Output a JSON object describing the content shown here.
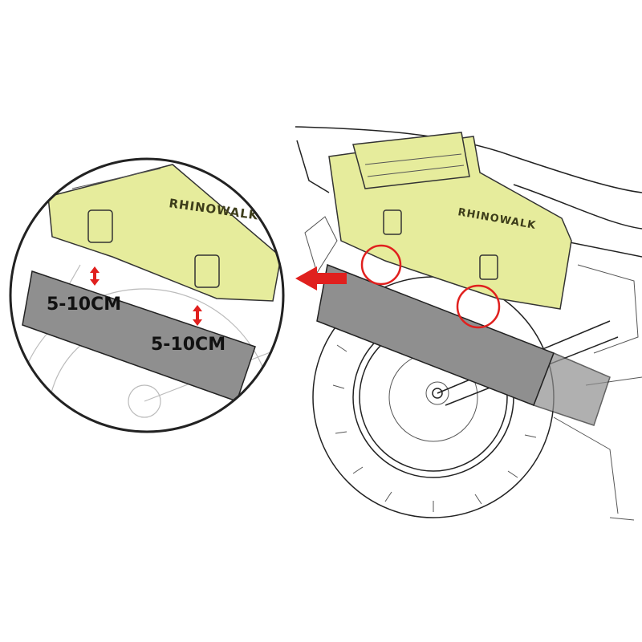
{
  "brand": "RHINOWALK",
  "measurements": {
    "front_gap": "5-10CM",
    "rear_gap": "5-10CM"
  },
  "colors": {
    "bag": "#e6ec9c",
    "exhaust": "#8f8f8f",
    "highlight": "#e0201e"
  },
  "icons": [
    "arrow-left-icon",
    "double-arrow-vertical-icon",
    "highlight-circle-icon"
  ]
}
